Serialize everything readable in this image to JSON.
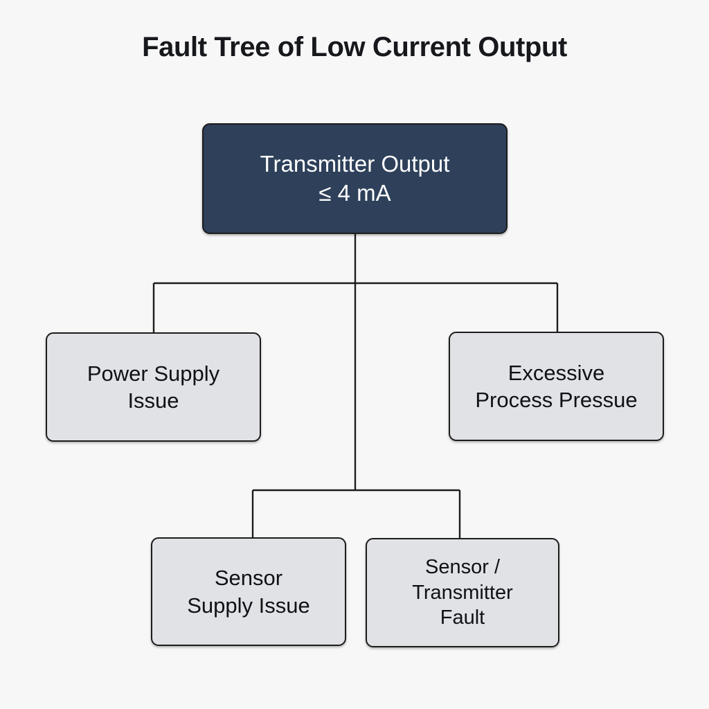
{
  "title": "Fault Tree of Low Current Output",
  "colors": {
    "background": "#f7f7f8",
    "root_fill": "#2e405a",
    "root_text": "#ffffff",
    "leaf_fill": "#e1e2e5",
    "leaf_text": "#101114",
    "stroke": "#1c1c1c"
  },
  "chart_data": {
    "type": "tree",
    "title": "Fault Tree of Low Current Output",
    "orientation": "top-down",
    "nodes": [
      {
        "id": "root",
        "label": "Transmitter Output\n≤ 4 mA",
        "level": 0,
        "style": "root",
        "fill": "#2e405a",
        "text_color": "#ffffff"
      },
      {
        "id": "power-supply-issue",
        "label": "Power Supply\nIssue",
        "level": 1,
        "style": "leaf",
        "fill": "#e1e2e5",
        "text_color": "#101114"
      },
      {
        "id": "excessive-process-pressure",
        "label": "Excessive\nProcess Pressue",
        "level": 1,
        "style": "leaf",
        "fill": "#e1e2e5",
        "text_color": "#101114"
      },
      {
        "id": "sensor-supply-issue",
        "label": "Sensor\nSupply Issue",
        "level": 2,
        "style": "leaf",
        "fill": "#e1e2e5",
        "text_color": "#101114"
      },
      {
        "id": "sensor-transmitter-fault",
        "label": "Sensor /\nTransmitter\nFault",
        "level": 2,
        "style": "leaf",
        "fill": "#e1e2e5",
        "text_color": "#101114"
      }
    ],
    "edges": [
      {
        "from": "root",
        "to": "power-supply-issue"
      },
      {
        "from": "root",
        "to": "excessive-process-pressure"
      },
      {
        "from": "root",
        "to": "sensor-supply-issue"
      },
      {
        "from": "root",
        "to": "sensor-transmitter-fault"
      }
    ]
  },
  "nodes": {
    "root": {
      "label": "Transmitter Output\n≤ 4 mA"
    },
    "power_supply": {
      "label": "Power Supply\nIssue"
    },
    "process_pressure": {
      "label": "Excessive\nProcess Pressue"
    },
    "sensor_supply": {
      "label": "Sensor\nSupply Issue"
    },
    "sensor_transmitter": {
      "label": "Sensor /\nTransmitter\nFault"
    }
  }
}
